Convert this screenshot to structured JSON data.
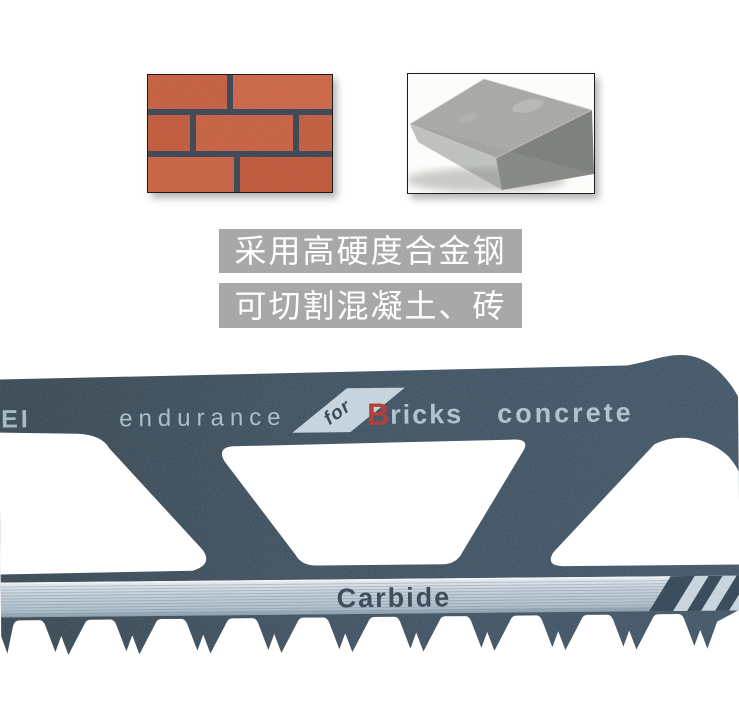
{
  "photos": {
    "left": "red-brick-wall-photo",
    "right": "concrete-block-photo"
  },
  "features": {
    "banner1": "采用高硬度合金钢",
    "banner2": "可切割混凝土、砖",
    "banner_bg": "#a8a8a8",
    "banner_text_color": "#ffffff"
  },
  "blade": {
    "left_text": "EI",
    "series": "endurance",
    "flag": "for",
    "app_initial": "B",
    "app_rest": "ricks",
    "app_word2": "concrete",
    "band_label": "Carbide",
    "colors": {
      "body": "#3c4e5e",
      "silver_text": "#b2c2d0",
      "accent_red": "#b5403a",
      "band": "#c4d0da",
      "band_text": "#3e4e5c",
      "brick": "#c35c3c",
      "mortar": "#3a4150"
    }
  }
}
